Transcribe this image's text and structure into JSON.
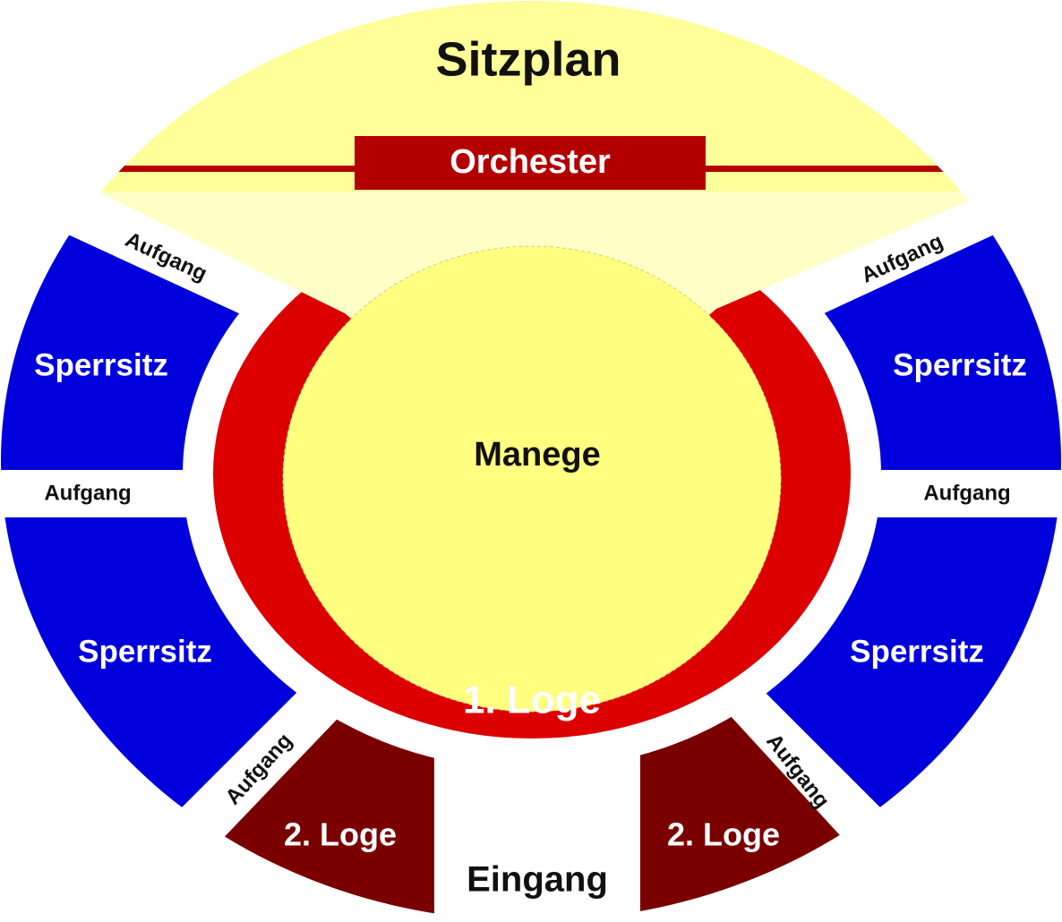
{
  "title": "Sitzplan",
  "orchestra": "Orchester",
  "ring": "Manege",
  "first_box": "1. Loge",
  "second_box_left": "2. Loge",
  "second_box_right": "2. Loge",
  "entrance": "Eingang",
  "sections": {
    "upper_left": "Sperrsitz",
    "upper_right": "Sperrsitz",
    "lower_left": "Sperrsitz",
    "lower_right": "Sperrsitz"
  },
  "aisles": {
    "top_left": "Aufgang",
    "top_right": "Aufgang",
    "mid_left": "Aufgang",
    "mid_right": "Aufgang",
    "bottom_left": "Aufgang",
    "bottom_right": "Aufgang"
  },
  "colors": {
    "seat_blue": "#0000dd",
    "first_box_red": "#dd0000",
    "second_box_darkred": "#7a0000",
    "orchestra_red": "#b30000",
    "ring_yellow": "#ffff80",
    "top_yellow": "#ffff99",
    "wedge_yellow": "#ffffc8"
  }
}
